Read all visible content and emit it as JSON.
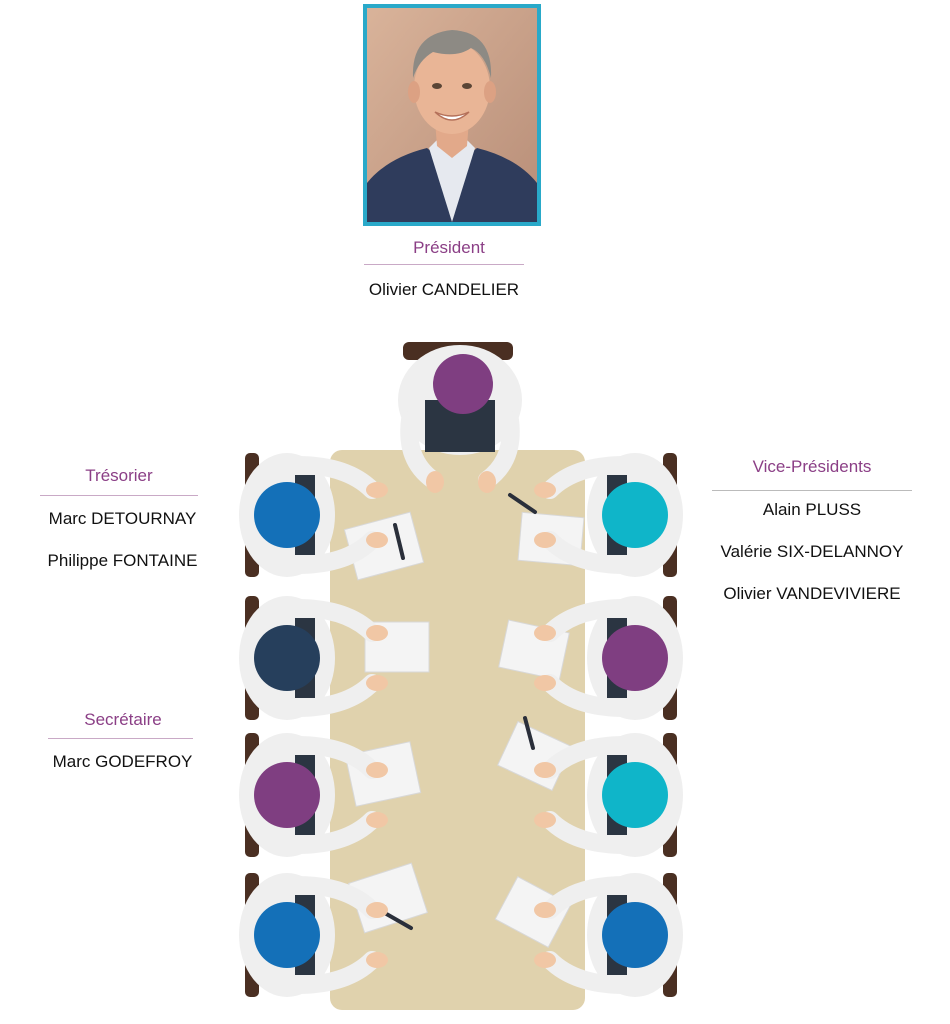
{
  "president": {
    "title": "Président",
    "name": "Olivier CANDELIER"
  },
  "treasurer": {
    "title": "Trésorier",
    "members": [
      "Marc DETOURNAY",
      "Philippe FONTAINE"
    ]
  },
  "vice_presidents": {
    "title": "Vice-Présidents",
    "members": [
      "Alain PLUSS",
      "Valérie SIX-DELANNOY",
      "Olivier VANDEVIVIERE"
    ]
  },
  "secretary": {
    "title": "Secrétaire",
    "members": [
      "Marc GODEFROY"
    ]
  },
  "colors": {
    "accent": "#8b3f86",
    "frame": "#29a9c9",
    "table": "#e0d2ad",
    "purple": "#7f3e81",
    "blue": "#1470b8",
    "teal": "#0fb5c9",
    "navy": "#263f5c"
  },
  "scene": {
    "head_seat": "purple",
    "left_seats": [
      "blue",
      "navy",
      "purple",
      "blue"
    ],
    "right_seats": [
      "teal",
      "purple",
      "teal",
      "blue"
    ]
  }
}
